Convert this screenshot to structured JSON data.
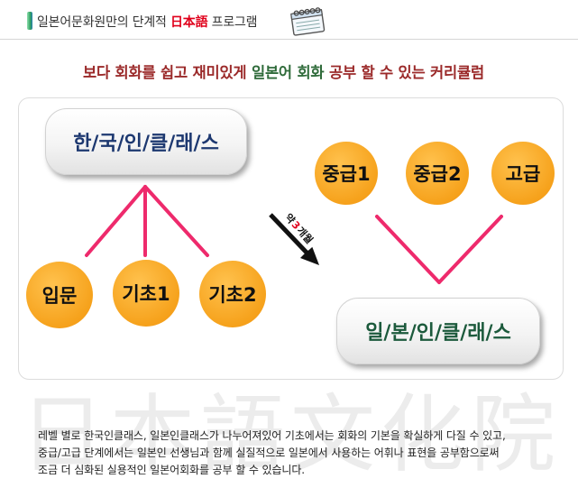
{
  "header": {
    "title_prefix": "일본어문화원만의 단계적 ",
    "title_highlight": "日本語",
    "title_suffix": " 프로그램",
    "icon": "calendar-icon"
  },
  "subtitle": {
    "part1": "보다 회화를 쉽고 재미있게 ",
    "part2": "일본어 회화",
    "part3": " 공부 할 수 있는 커리큘럼"
  },
  "curriculum": {
    "korean_class": "한/국/인/클/래/스",
    "beginner_levels": [
      "입문",
      "기초1",
      "기초2"
    ],
    "duration": {
      "prefix": "약",
      "number": "3",
      "suffix": "개월"
    },
    "advanced_levels": [
      "중급1",
      "중급2",
      "고급"
    ],
    "japanese_class": "일/본/인/클/래/스"
  },
  "watermark": "日本語文化院",
  "description": [
    "레벨 별로 한국인클래스, 일본인클래스가 나누어져있어 기초에서는 회화의 기본을 확실하게 다질 수 있고,",
    "중급/고급 단계에서는 일본인 선생님과 함께 실질적으로 일본에서 사용하는 어휘나 표현을 공부함으로써",
    "조금 더 심화된 실용적인 일본어회화를 공부 할 수 있습니다."
  ],
  "colors": {
    "accent-red": "#e0001b",
    "sub-red": "#9b2a2a",
    "sub-green": "#2f6b3a",
    "line-pink": "#ee2a6c",
    "orange": "#f6a21c",
    "navy": "#1d3870",
    "green": "#1c5a3c"
  }
}
